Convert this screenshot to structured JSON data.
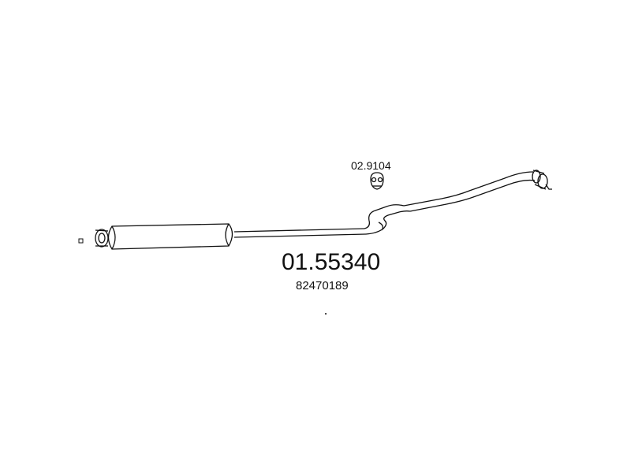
{
  "parts": {
    "main_part_number": "01.55340",
    "oe_number": "82470189",
    "hanger_part_number": "02.9104"
  },
  "colors": {
    "background": "#ffffff",
    "line": "#111111"
  }
}
